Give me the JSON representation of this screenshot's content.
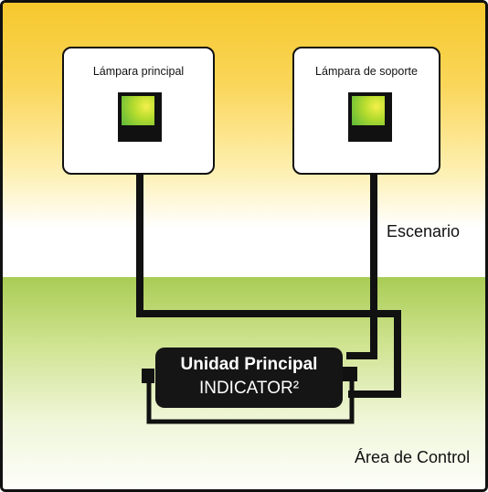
{
  "lamps": {
    "main": {
      "label": "Lámpara principal"
    },
    "support": {
      "label": "Lámpara de soporte"
    }
  },
  "areas": {
    "stage": "Escenario",
    "control": "Área de Control"
  },
  "unit": {
    "line1": "Unidad Principal",
    "line2": "INDICATOR²"
  },
  "colors": {
    "stage_top": "#f6c82c",
    "control_top": "#a9cc55",
    "unit_fill": "#151515",
    "wire": "#111111"
  }
}
